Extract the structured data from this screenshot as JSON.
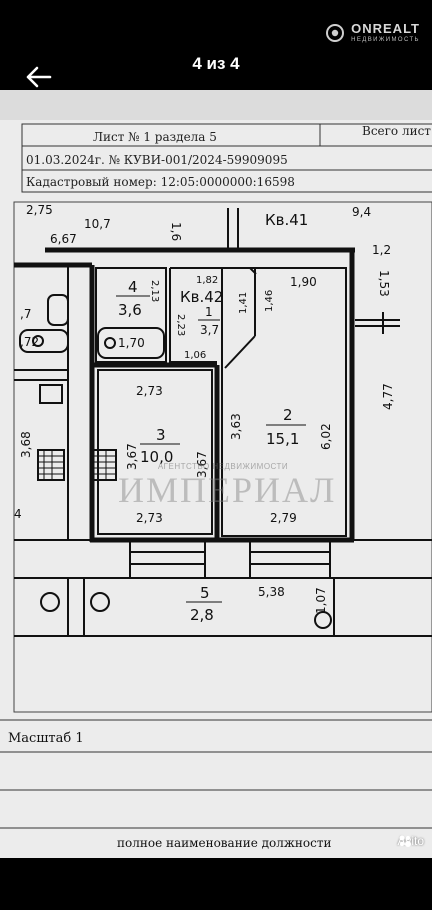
{
  "viewer": {
    "back_icon": "arrow-left-icon",
    "counter": "4 из 4"
  },
  "brand": {
    "name": "ONREALT",
    "sub": "НЕДВИЖИМОСТЬ",
    "logo_icon": "onrealt-logo-icon"
  },
  "document": {
    "sheet": "Лист № 1 раздела 5",
    "total_sheets": "Всего лист",
    "date_ref": "01.03.2024г. № КУВИ-001/2024-59909095",
    "cadastral": "Кадастровый номер: 12:05:0000000:16598",
    "scale": "Масштаб 1",
    "footer": "полное наименование должности"
  },
  "plan": {
    "flat_41": "Кв.41",
    "flat_42": "Кв.42",
    "neighbors": {
      "d_275": "2,75",
      "d_107_top": "10,7",
      "d_16": "1,6",
      "d_94": "9,4",
      "d_667": "6,67",
      "d_12": "1,2",
      "d_153": "1,53",
      "d_477": "4,77",
      "d_7": ",7",
      "d_72": ",72",
      "d_368": "3,68",
      "d_4": "4"
    },
    "rooms": [
      {
        "num": "1",
        "area": "3,7"
      },
      {
        "num": "2",
        "area": "15,1"
      },
      {
        "num": "3",
        "area": "10,0"
      },
      {
        "num": "4",
        "area": "3,6"
      },
      {
        "num": "5",
        "area": "2,8"
      }
    ],
    "dims": {
      "d_182": "1,82",
      "d_190": "1,90",
      "d_146": "1,46",
      "d_141": "1,41",
      "d_223": "2,23",
      "d_106": "1,06",
      "d_213": "2,13",
      "d_170": "1,70",
      "d_273_top": "2,73",
      "d_273_bot": "2,73",
      "d_367_a": "3,67",
      "d_367_b": "3,67",
      "d_363": "3,63",
      "d_602": "6,02",
      "d_279": "2,79",
      "d_538": "5,38",
      "d_107": "1,07"
    }
  },
  "watermark": {
    "line1": "АГЕНТСТВО НЕДВИЖИМОСТИ",
    "line2": "ИМПЕРИАЛ"
  },
  "avito": {
    "label": "Avito",
    "icon": "avito-dots-icon"
  }
}
